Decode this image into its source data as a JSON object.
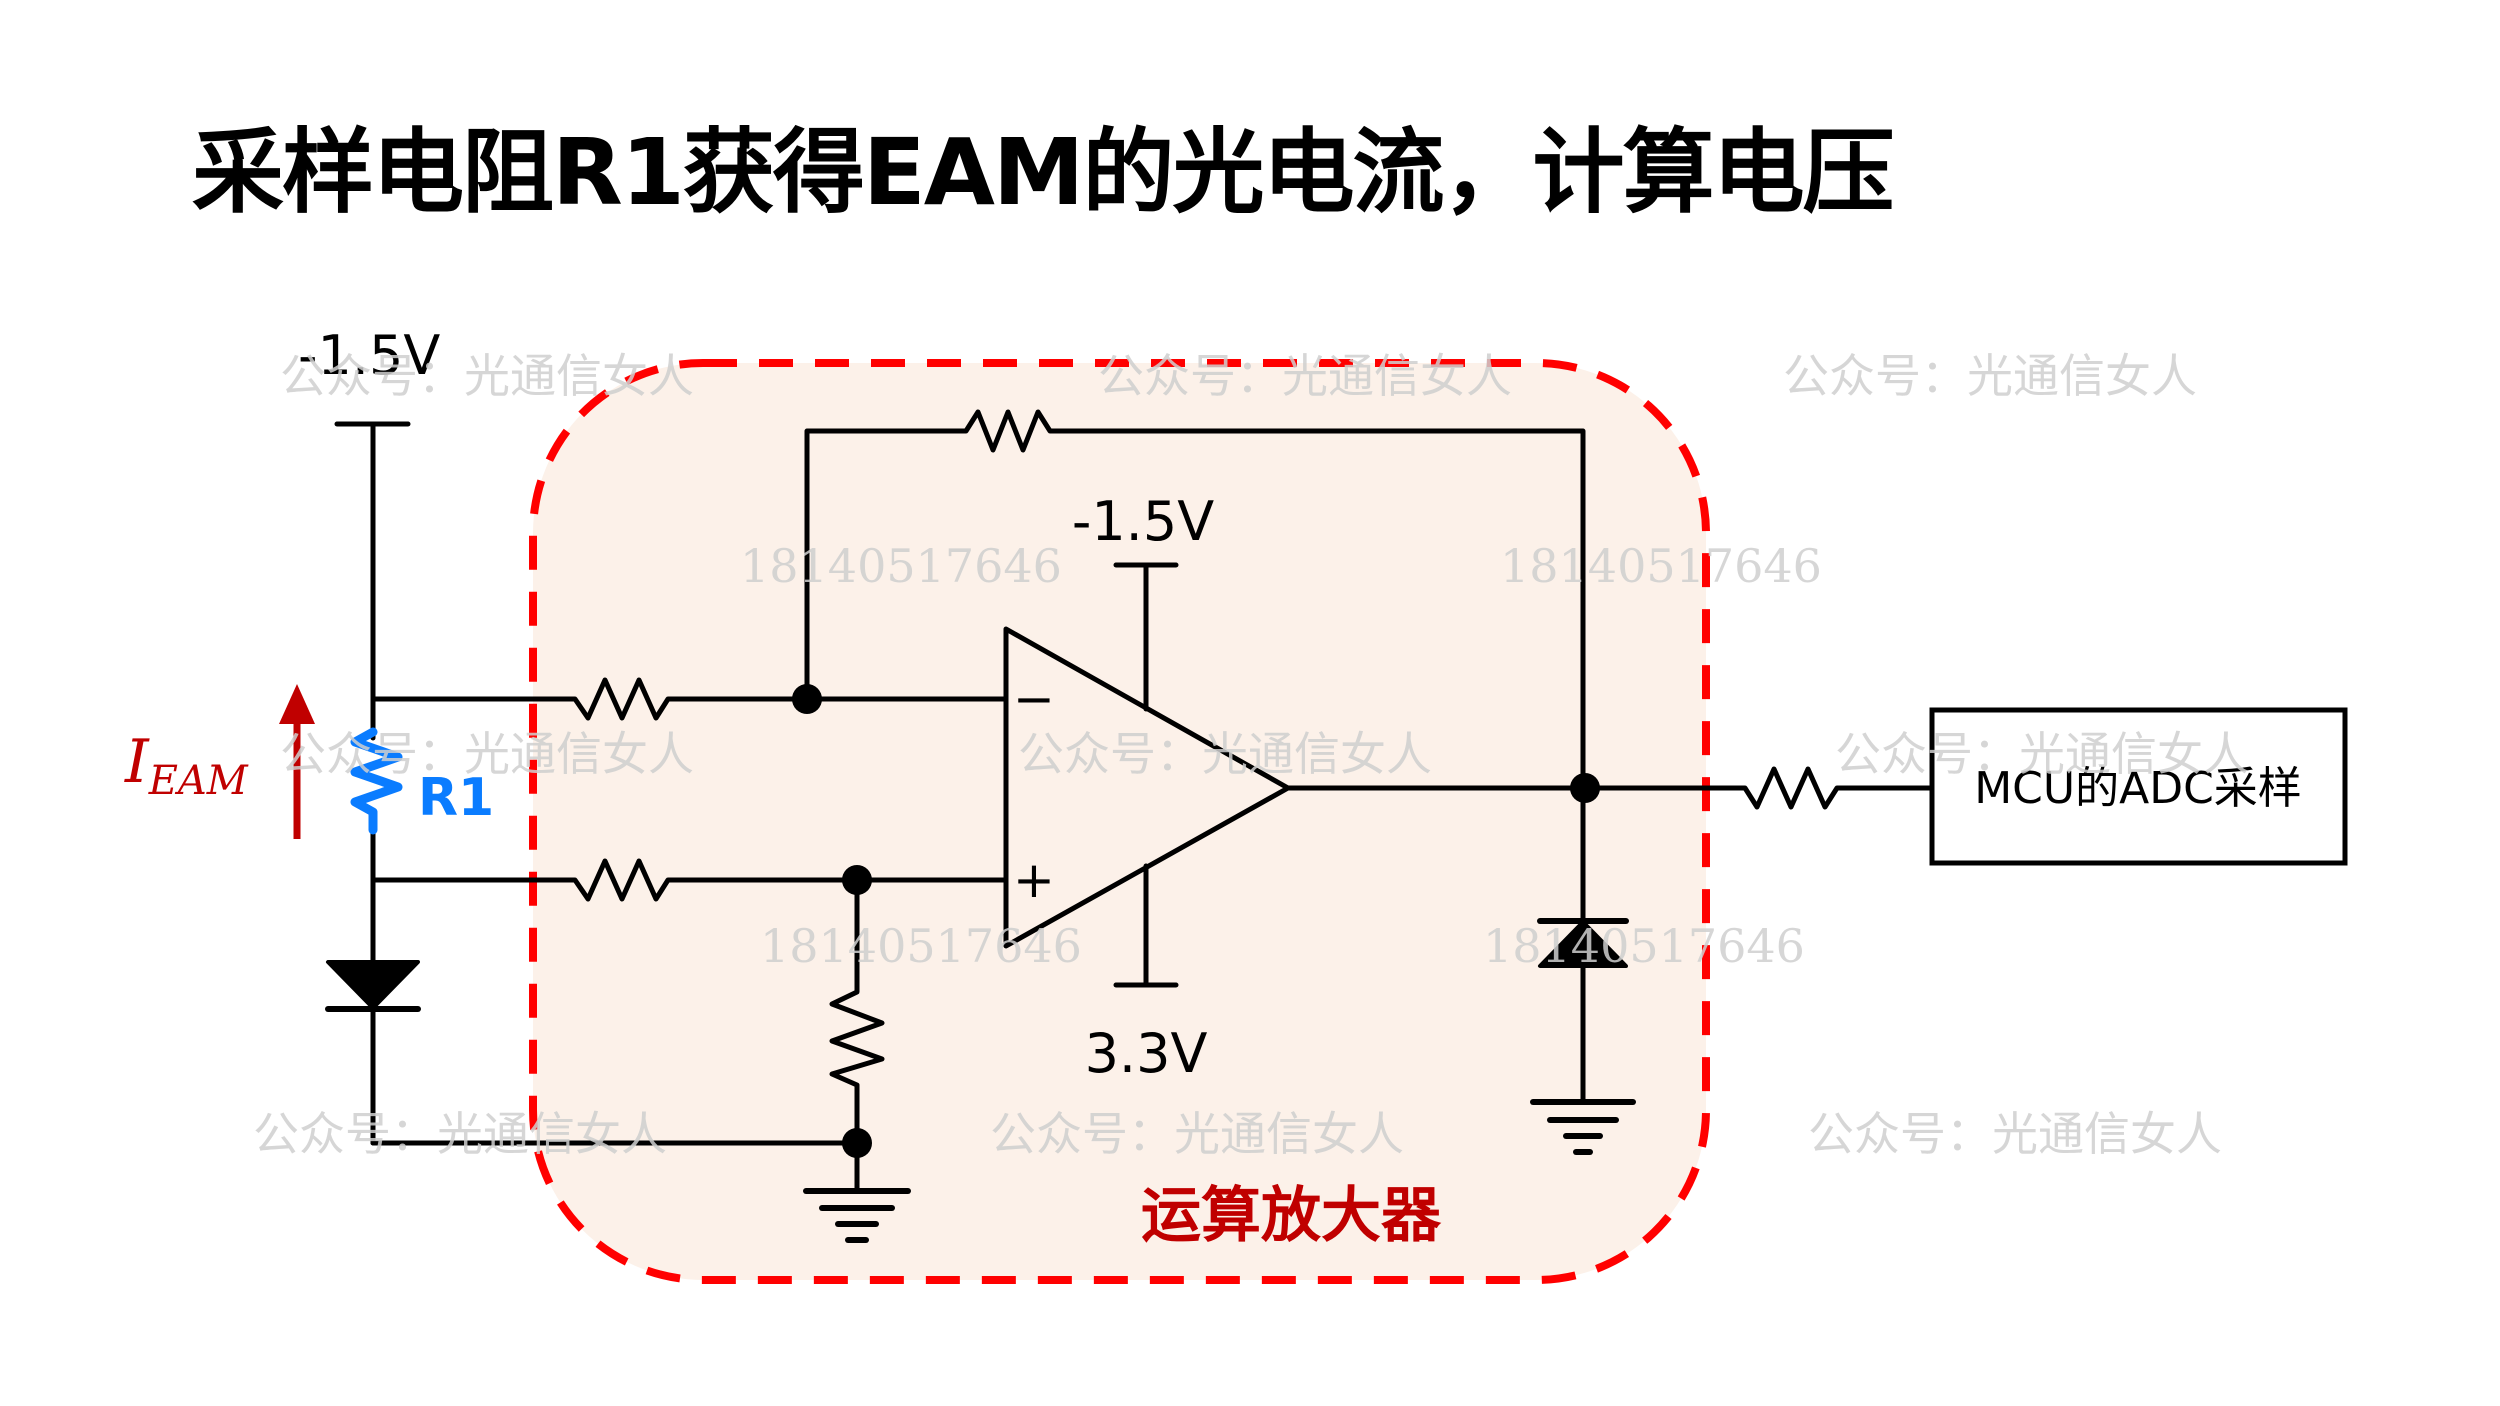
{
  "title": "采样电阻R1获得EAM的光电流，计算电压",
  "labels": {
    "supply_left": "-1.5V",
    "opamp_vneg": "-1.5V",
    "opamp_vpos": "3.3V",
    "r1": "R1",
    "current_main": "I",
    "current_sub": "EAM",
    "opamp_minus": "−",
    "opamp_plus": "+",
    "mcu_box": "MCU的ADC采样",
    "region_label": "运算放大器"
  },
  "watermarks": {
    "account": "公众号：光通信女人",
    "phone": "18140517646"
  },
  "colors": {
    "wire": "#000000",
    "region_border": "#ff0000",
    "region_fill": "#fcf1e9",
    "r1": "#0a7cff",
    "current": "#c00000",
    "region_label": "#c00000",
    "watermark": "#cfcfcf"
  }
}
